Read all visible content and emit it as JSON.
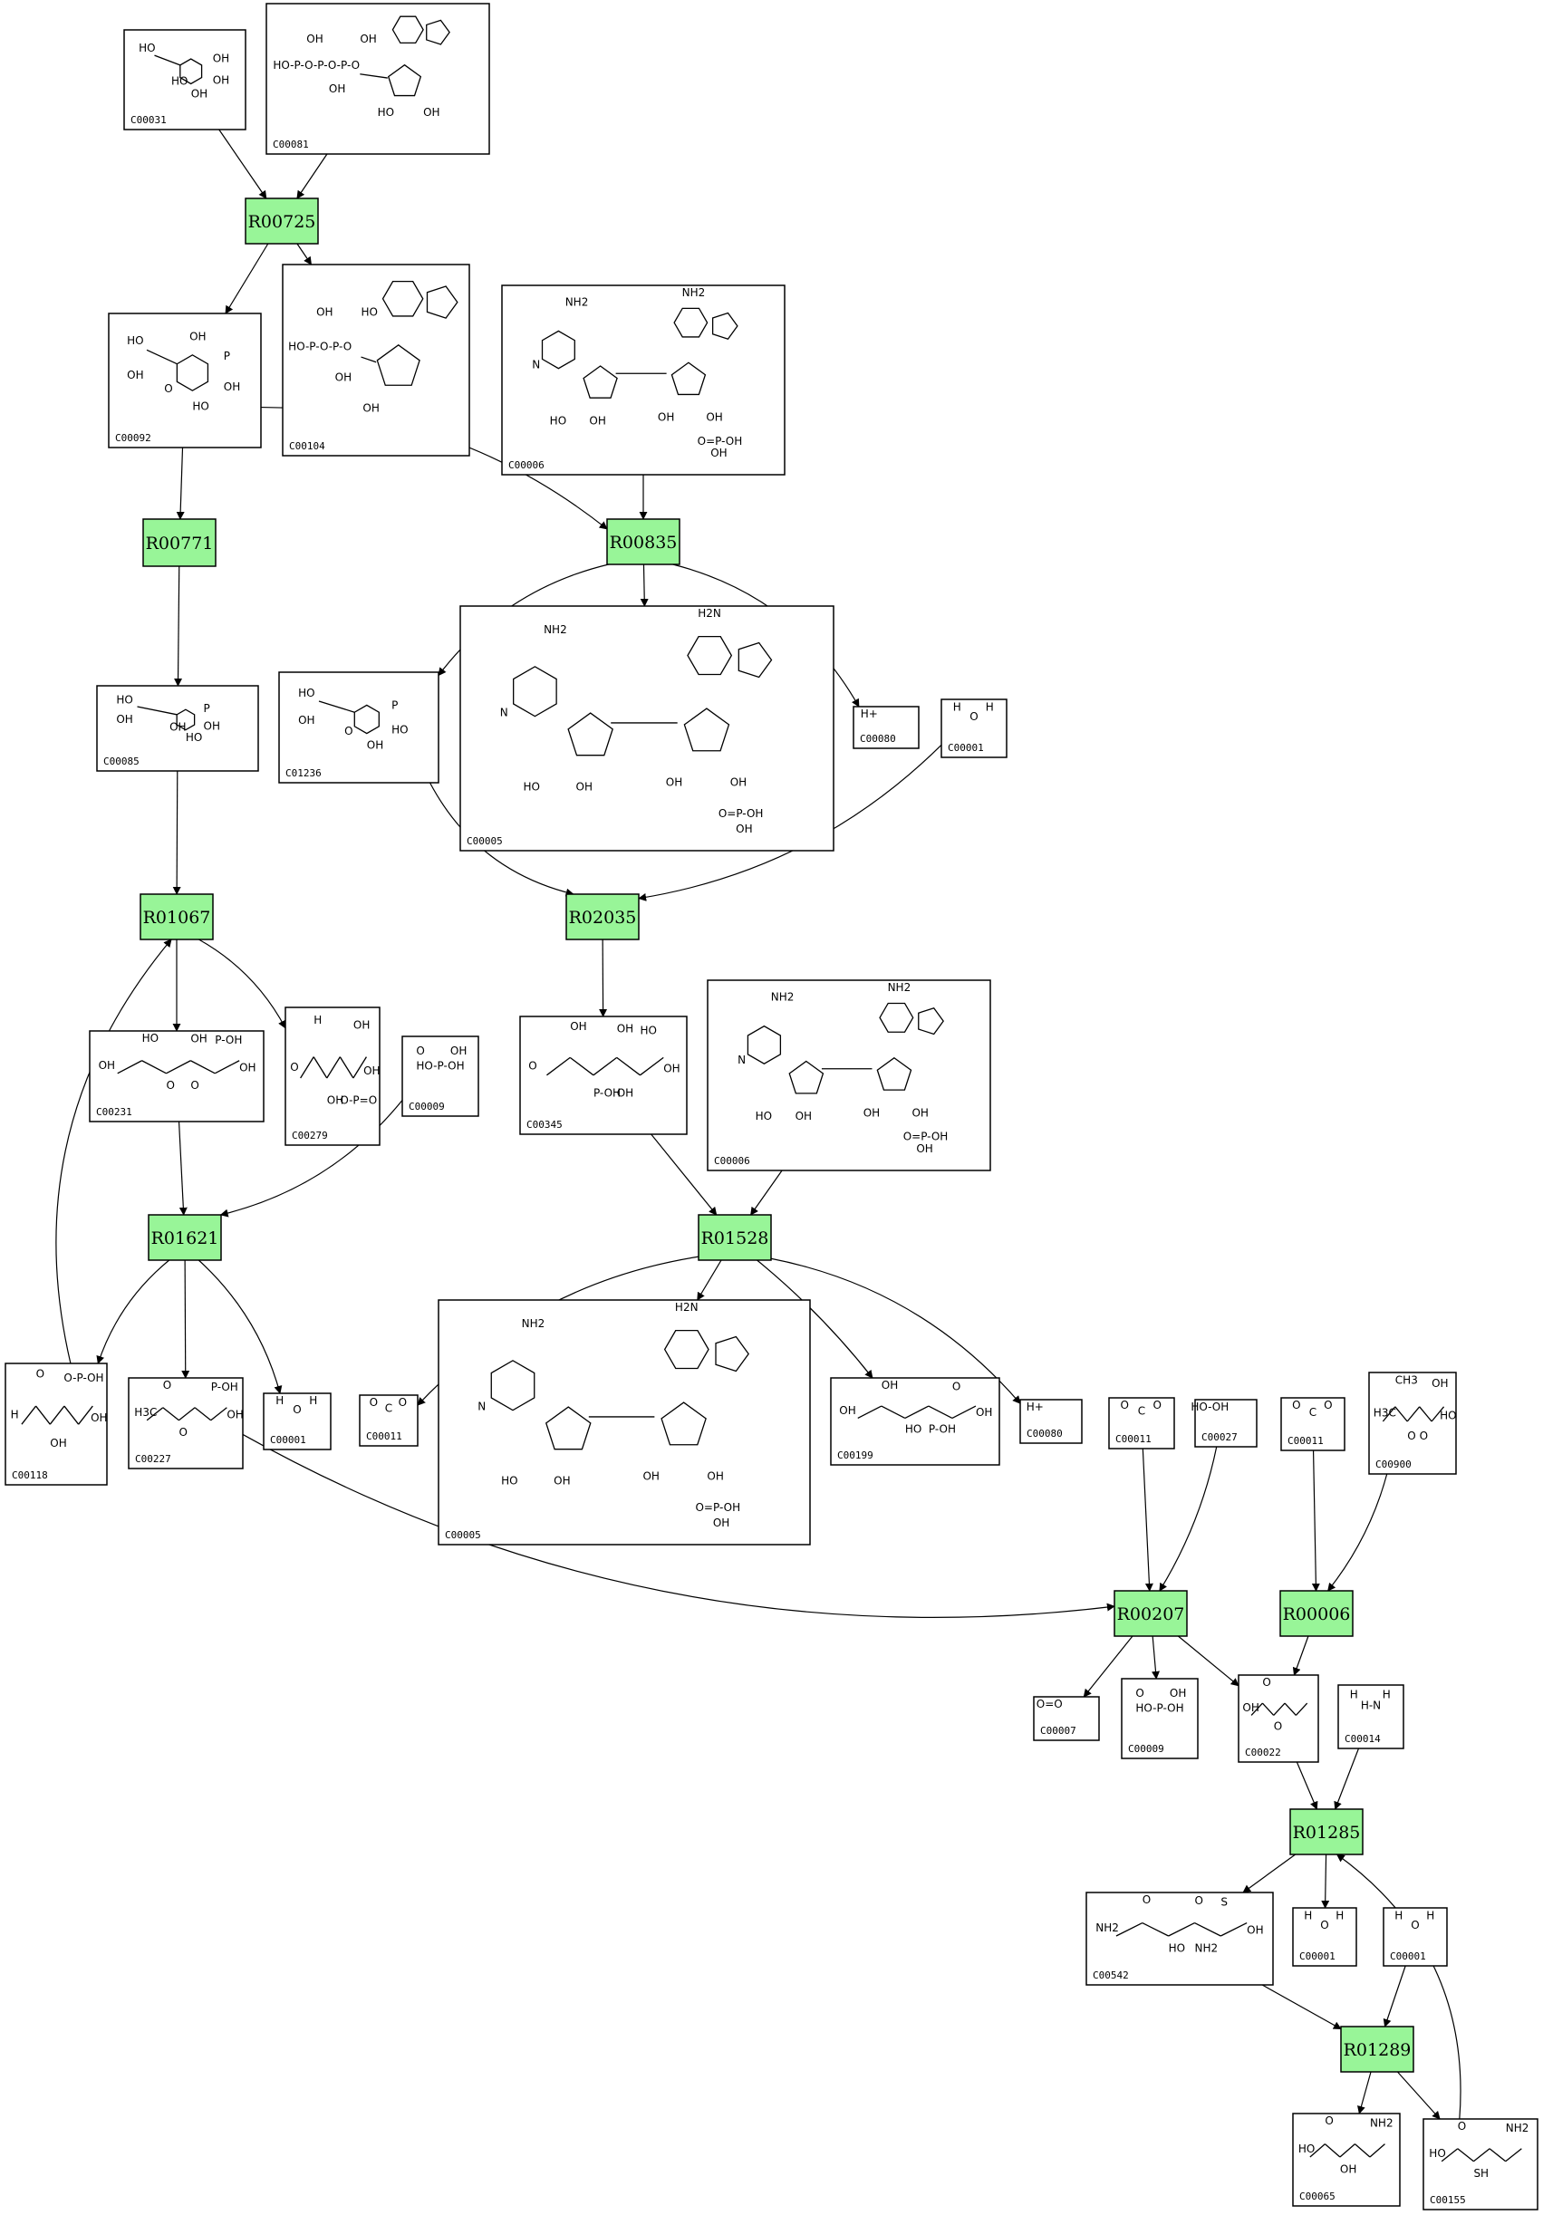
{
  "reactions": [
    {
      "id": "R00725",
      "label": "R00725"
    },
    {
      "id": "R00771",
      "label": "R00771"
    },
    {
      "id": "R00835",
      "label": "R00835"
    },
    {
      "id": "R01067",
      "label": "R01067"
    },
    {
      "id": "R02035",
      "label": "R02035"
    },
    {
      "id": "R01621",
      "label": "R01621"
    },
    {
      "id": "R01528",
      "label": "R01528"
    },
    {
      "id": "R00207",
      "label": "R00207"
    },
    {
      "id": "R00006",
      "label": "R00006"
    },
    {
      "id": "R01285",
      "label": "R01285"
    },
    {
      "id": "R01289",
      "label": "R01289"
    }
  ],
  "compounds": [
    {
      "id": "c1",
      "label": "C00031",
      "structure": "ring",
      "atoms": [
        "HO",
        "OH",
        "HO",
        "OH",
        "OH"
      ]
    },
    {
      "id": "c2",
      "label": "C00081",
      "structure": "nucleotide",
      "atoms": [
        "HO-P-O-P-O-P-O",
        "OH",
        "OH",
        "OH",
        "HO",
        "OH"
      ]
    },
    {
      "id": "c3",
      "label": "C00092",
      "structure": "ring",
      "atoms": [
        "HO",
        "P",
        "O",
        "OH",
        "HO",
        "OH",
        "OH"
      ]
    },
    {
      "id": "c4",
      "label": "C00104",
      "structure": "nucleotide",
      "atoms": [
        "HO-P-O-P-O",
        "OH",
        "OH",
        "HO",
        "OH"
      ]
    },
    {
      "id": "c5",
      "label": "C00006",
      "structure": "dinucleotide",
      "atoms": [
        "NH2",
        "NH2",
        "N",
        "HO",
        "OH",
        "OH",
        "OH",
        "O=P-OH",
        "OH"
      ]
    },
    {
      "id": "c6",
      "label": "C00085",
      "structure": "ring",
      "atoms": [
        "HO",
        "P",
        "OH",
        "OH",
        "HO",
        "OH"
      ]
    },
    {
      "id": "c7",
      "label": "C01236",
      "structure": "ring",
      "atoms": [
        "HO",
        "P",
        "O",
        "HO",
        "OH",
        "OH"
      ]
    },
    {
      "id": "c8",
      "label": "C00005",
      "structure": "dinucleotide",
      "atoms": [
        "NH2",
        "H2N",
        "N",
        "HO",
        "OH",
        "OH",
        "OH",
        "O=P-OH",
        "OH"
      ]
    },
    {
      "id": "c9",
      "label": "C00080",
      "structure": "formula",
      "atoms": [
        "H+"
      ]
    },
    {
      "id": "c10",
      "label": "C00001",
      "structure": "formula",
      "atoms": [
        "H",
        "O",
        "H"
      ]
    },
    {
      "id": "c11",
      "label": "C00231",
      "structure": "chain",
      "atoms": [
        "HO",
        "OH",
        "O",
        "P-OH",
        "OH",
        "O",
        "OH"
      ]
    },
    {
      "id": "c12",
      "label": "C00279",
      "structure": "chain",
      "atoms": [
        "H",
        "O",
        "OH",
        "OH",
        "OH",
        "O-P=O"
      ]
    },
    {
      "id": "c13",
      "label": "C00009",
      "structure": "formula",
      "atoms": [
        "O",
        "HO-P-OH",
        "OH"
      ]
    },
    {
      "id": "c14",
      "label": "C00345",
      "structure": "chain",
      "atoms": [
        "OH",
        "O",
        "P-OH",
        "HO",
        "OH",
        "OH",
        "OH"
      ]
    },
    {
      "id": "c15",
      "label": "C00006",
      "structure": "dinucleotide",
      "atoms": [
        "NH2",
        "NH2",
        "N",
        "HO",
        "OH",
        "OH",
        "OH",
        "O=P-OH",
        "OH"
      ]
    },
    {
      "id": "c16",
      "label": "C00118",
      "structure": "chain",
      "atoms": [
        "O",
        "H",
        "OH",
        "O-P-OH",
        "OH"
      ]
    },
    {
      "id": "c17",
      "label": "C00227",
      "structure": "chain",
      "atoms": [
        "O",
        "H3C",
        "O",
        "P-OH",
        "OH"
      ]
    },
    {
      "id": "c18",
      "label": "C00001",
      "structure": "formula",
      "atoms": [
        "H",
        "O",
        "H"
      ]
    },
    {
      "id": "c19",
      "label": "C00011",
      "structure": "formula",
      "atoms": [
        "O",
        "C",
        "O"
      ]
    },
    {
      "id": "c20",
      "label": "C00005",
      "structure": "dinucleotide",
      "atoms": [
        "NH2",
        "H2N",
        "N",
        "HO",
        "OH",
        "OH",
        "OH",
        "O=P-OH",
        "OH"
      ]
    },
    {
      "id": "c21",
      "label": "C00199",
      "structure": "chain",
      "atoms": [
        "OH",
        "OH",
        "HO",
        "O",
        "OH",
        "P-OH"
      ]
    },
    {
      "id": "c22",
      "label": "C00080",
      "structure": "formula",
      "atoms": [
        "H+"
      ]
    },
    {
      "id": "c23",
      "label": "C00011",
      "structure": "formula",
      "atoms": [
        "O",
        "C",
        "O"
      ]
    },
    {
      "id": "c24",
      "label": "C00027",
      "structure": "formula",
      "atoms": [
        "HO-OH"
      ]
    },
    {
      "id": "c25",
      "label": "C00011",
      "structure": "formula",
      "atoms": [
        "O",
        "C",
        "O"
      ]
    },
    {
      "id": "c26",
      "label": "C00900",
      "structure": "chain",
      "atoms": [
        "CH3",
        "H3C",
        "O",
        "OH",
        "HO",
        "O"
      ]
    },
    {
      "id": "c27",
      "label": "C00007",
      "structure": "formula",
      "atoms": [
        "O=O"
      ]
    },
    {
      "id": "c28",
      "label": "C00009",
      "structure": "formula",
      "atoms": [
        "O",
        "HO-P-OH",
        "OH"
      ]
    },
    {
      "id": "c29",
      "label": "C00022",
      "structure": "chain",
      "atoms": [
        "O",
        "OH",
        "O"
      ]
    },
    {
      "id": "c30",
      "label": "C00014",
      "structure": "formula",
      "atoms": [
        "H",
        "H-N",
        "H"
      ]
    },
    {
      "id": "c31",
      "label": "C00542",
      "structure": "chain",
      "atoms": [
        "O",
        "NH2",
        "HO",
        "S",
        "OH",
        "NH2",
        "O"
      ]
    },
    {
      "id": "c32",
      "label": "C00001",
      "structure": "formula",
      "atoms": [
        "H",
        "O",
        "H"
      ]
    },
    {
      "id": "c33",
      "label": "C00001",
      "structure": "formula",
      "atoms": [
        "H",
        "O",
        "H"
      ]
    },
    {
      "id": "c34",
      "label": "C00065",
      "structure": "chain",
      "atoms": [
        "O",
        "HO",
        "OH",
        "NH2"
      ]
    },
    {
      "id": "c35",
      "label": "C00155",
      "structure": "chain",
      "atoms": [
        "O",
        "HO",
        "SH",
        "NH2"
      ]
    }
  ],
  "edges": [
    {
      "from": "c1",
      "to": "R00725"
    },
    {
      "from": "c2",
      "to": "R00725"
    },
    {
      "from": "R00725",
      "to": "c3"
    },
    {
      "from": "R00725",
      "to": "c4"
    },
    {
      "from": "c3",
      "to": "R00771"
    },
    {
      "from": "c3",
      "to": "R00835"
    },
    {
      "from": "c5",
      "to": "R00835"
    },
    {
      "from": "R00771",
      "to": "c6"
    },
    {
      "from": "R00835",
      "to": "c7"
    },
    {
      "from": "R00835",
      "to": "c8"
    },
    {
      "from": "R00835",
      "to": "c9"
    },
    {
      "from": "c6",
      "to": "R01067"
    },
    {
      "from": "c7",
      "to": "R02035"
    },
    {
      "from": "c10",
      "to": "R02035"
    },
    {
      "from": "R01067",
      "to": "c11"
    },
    {
      "from": "R01067",
      "to": "c12"
    },
    {
      "from": "R02035",
      "to": "c14"
    },
    {
      "from": "c11",
      "to": "R01621"
    },
    {
      "from": "c13",
      "to": "R01621"
    },
    {
      "from": "c14",
      "to": "R01528"
    },
    {
      "from": "c15",
      "to": "R01528"
    },
    {
      "from": "R01621",
      "to": "c16"
    },
    {
      "from": "R01621",
      "to": "c17"
    },
    {
      "from": "R01621",
      "to": "c18"
    },
    {
      "from": "c16",
      "to": "R01067"
    },
    {
      "from": "R01528",
      "to": "c19"
    },
    {
      "from": "R01528",
      "to": "c20"
    },
    {
      "from": "R01528",
      "to": "c21"
    },
    {
      "from": "R01528",
      "to": "c22"
    },
    {
      "from": "c17",
      "to": "R00207"
    },
    {
      "from": "c23",
      "to": "R00207"
    },
    {
      "from": "c24",
      "to": "R00207"
    },
    {
      "from": "c25",
      "to": "R00006"
    },
    {
      "from": "c26",
      "to": "R00006"
    },
    {
      "from": "R00207",
      "to": "c27"
    },
    {
      "from": "R00207",
      "to": "c28"
    },
    {
      "from": "R00207",
      "to": "c29"
    },
    {
      "from": "R00006",
      "to": "c29"
    },
    {
      "from": "c29",
      "to": "R01285"
    },
    {
      "from": "c30",
      "to": "R01285"
    },
    {
      "from": "R01285",
      "to": "c31"
    },
    {
      "from": "R01285",
      "to": "c32"
    },
    {
      "from": "c31",
      "to": "R01289"
    },
    {
      "from": "c33",
      "to": "R01289"
    },
    {
      "from": "R01289",
      "to": "c34"
    },
    {
      "from": "R01289",
      "to": "c35"
    },
    {
      "from": "c35",
      "to": "R01285"
    }
  ]
}
